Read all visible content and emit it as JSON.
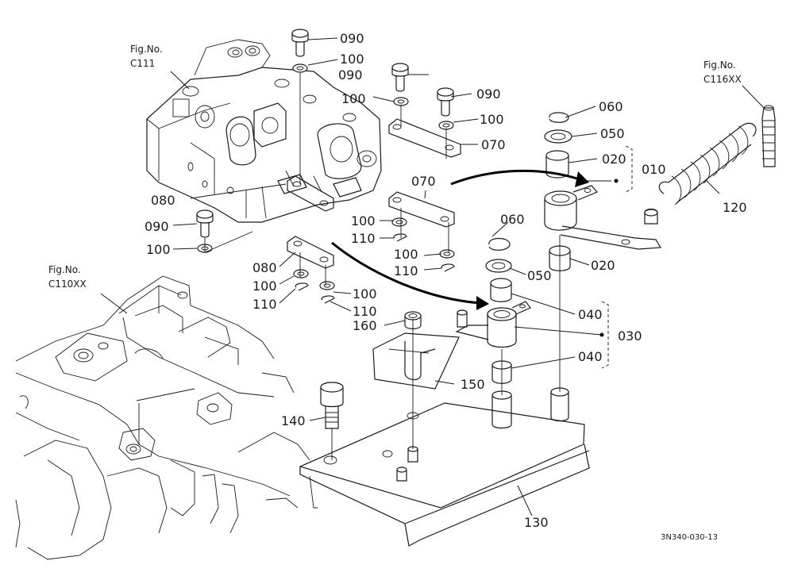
{
  "figure_refs": [
    {
      "line1": "Fig.No.",
      "line2": "C111"
    },
    {
      "line1": "Fig.No.",
      "line2": "C110XX"
    },
    {
      "line1": "Fig.No.",
      "line2": "C116XX"
    }
  ],
  "part_labels": {
    "p010": "010",
    "p020a": "020",
    "p020b": "020",
    "p030": "030",
    "p040a": "040",
    "p040b": "040",
    "p050a": "050",
    "p050b": "050",
    "p060a": "060",
    "p060b": "060",
    "p070a": "070",
    "p070b": "070",
    "p080a": "080",
    "p080b": "080",
    "p090a": "090",
    "p090b": "090",
    "p090c": "090",
    "p090d": "090",
    "p100a": "100",
    "p100b": "100",
    "p100c": "100",
    "p100d": "100",
    "p100e": "100",
    "p100f": "100",
    "p100g": "100",
    "p100h": "100",
    "p110a": "110",
    "p110b": "110",
    "p110c": "110",
    "p120": "120",
    "p130": "130",
    "p140": "140",
    "p150": "150",
    "p160": "160"
  },
  "drawing_code": "3N340-030-13"
}
